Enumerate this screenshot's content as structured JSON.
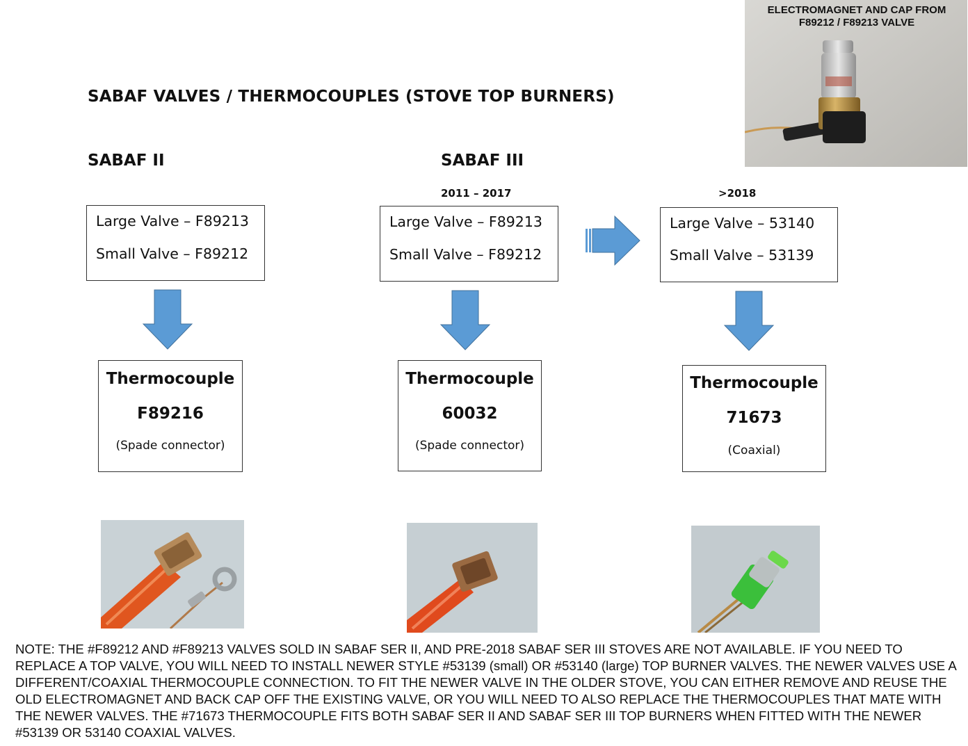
{
  "title": "SABAF VALVES / THERMOCOUPLES (STOVE TOP BURNERS)",
  "electromagnet_photo": {
    "caption_line1": "ELECTROMAGNET AND CAP FROM",
    "caption_line2": "F89212 / F89213 VALVE"
  },
  "columns": {
    "sabaf2": {
      "heading": "SABAF II",
      "valves": [
        "Large Valve – F89213",
        "Small Valve – F89212"
      ],
      "thermocouple": {
        "title": "Thermocouple",
        "part": "F89216",
        "connector": "(Spade connector)"
      }
    },
    "sabaf3_old": {
      "heading": "SABAF III",
      "years": "2011 – 2017",
      "valves": [
        "Large Valve – F89213",
        "Small Valve – F89212"
      ],
      "thermocouple": {
        "title": "Thermocouple",
        "part": "60032",
        "connector": "(Spade connector)"
      }
    },
    "sabaf3_new": {
      "years": ">2018",
      "valves": [
        "Large Valve – 53140",
        "Small Valve – 53139"
      ],
      "thermocouple": {
        "title": "Thermocouple",
        "part": "71673",
        "connector": "(Coaxial)"
      }
    }
  },
  "colors": {
    "arrow": "#5b9bd5",
    "arrow_stroke": "#41719c"
  },
  "note": "NOTE: THE #F89212 AND #F89213 VALVES SOLD IN SABAF SER II, AND PRE-2018 SABAF SER III STOVES ARE NOT AVAILABLE. IF YOU NEED TO REPLACE A TOP VALVE, YOU WILL NEED TO INSTALL NEWER STYLE #53139 (small) OR #53140 (large) TOP BURNER VALVES. THE NEWER VALVES USE A DIFFERENT/COAXIAL THERMOCOUPLE CONNECTION. TO FIT THE NEWER VALVE IN THE OLDER STOVE, YOU CAN EITHER REMOVE AND REUSE THE OLD ELECTROMAGNET AND BACK CAP OFF THE EXISTING VALVE, OR YOU WILL NEED TO ALSO REPLACE THE THERMOCOUPLES THAT MATE WITH THE NEWER VALVES. THE #71673 THERMOCOUPLE FITS BOTH SABAF SER II AND SABAF SER III TOP BURNERS WHEN FITTED WITH THE NEWER #53139 OR 53140 COAXIAL VALVES."
}
